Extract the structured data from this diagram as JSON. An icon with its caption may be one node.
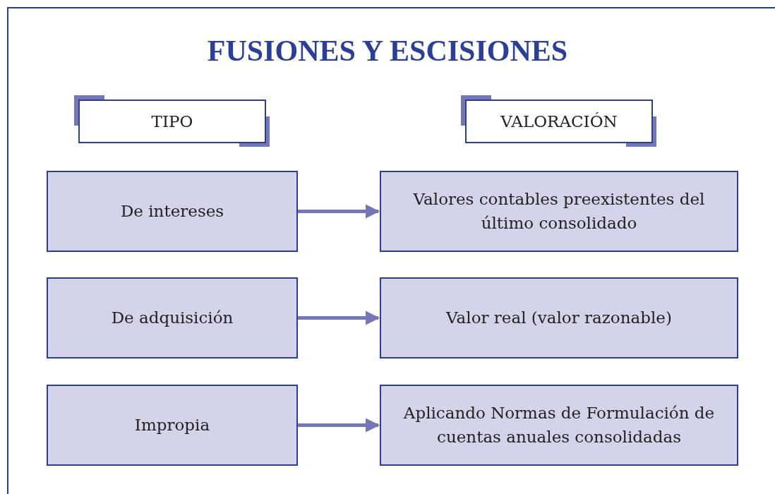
{
  "diagram": {
    "title": "FUSIONES Y ESCISIONES",
    "nodes": [
      {
        "text": [
          "TIPO"
        ]
      },
      {
        "text": [
          "VALORACIÓN"
        ]
      },
      {
        "text": [
          "De intereses"
        ]
      },
      {
        "text": [
          "Valores contables preexistentes del último consolidado"
        ]
      },
      {
        "text": [
          "De adquisición"
        ]
      },
      {
        "text": [
          "Valor real (valor razonable)"
        ]
      },
      {
        "text": [
          "Impropia"
        ]
      },
      {
        "text": [
          "Aplicando Normas de Formulación de cuentas anuales consolidadas"
        ]
      }
    ],
    "edges": [
      {
        "from": 2,
        "to": 3,
        "arrow": "to"
      },
      {
        "from": 4,
        "to": 5,
        "arrow": "to"
      },
      {
        "from": 6,
        "to": 7,
        "arrow": "to"
      }
    ]
  }
}
